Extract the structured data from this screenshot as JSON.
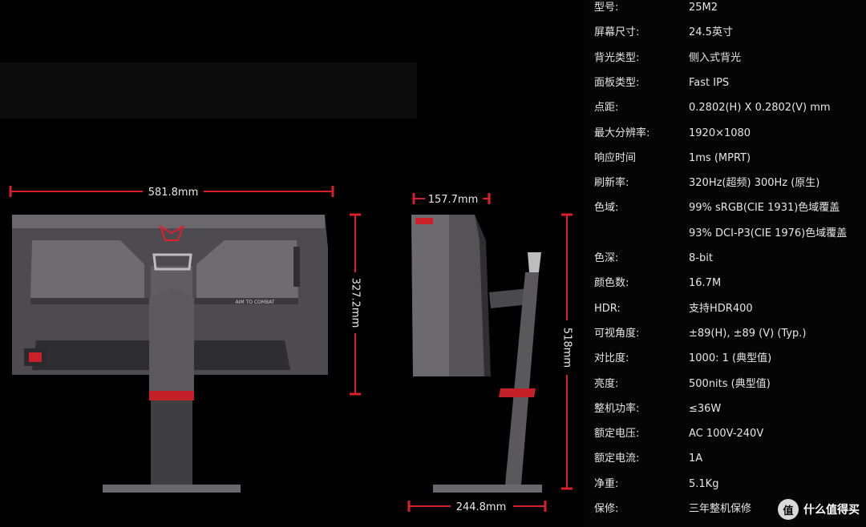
{
  "dimensions": {
    "width": "581.8mm",
    "height": "327.2mm",
    "depth": "157.7mm",
    "max_height": "518mm",
    "base_depth": "244.8mm"
  },
  "back_panel_text": "AIM TO COMBAT",
  "specs": [
    {
      "key": "型号:",
      "value": "25M2"
    },
    {
      "key": "屏幕尺寸:",
      "value": "24.5英寸"
    },
    {
      "key": "背光类型:",
      "value": "侧入式背光"
    },
    {
      "key": "面板类型:",
      "value": "Fast IPS"
    },
    {
      "key": "点距:",
      "value": "0.2802(H) X 0.2802(V) mm"
    },
    {
      "key": "最大分辨率:",
      "value": "1920×1080"
    },
    {
      "key": "响应时间",
      "value": "1ms (MPRT)"
    },
    {
      "key": "刷新率:",
      "value": "320Hz(超频)  300Hz (原生)"
    },
    {
      "key": "色域:",
      "value": "99% sRGB(CIE 1931)色域覆盖"
    },
    {
      "key": "",
      "value": "93% DCI-P3(CIE 1976)色域覆盖"
    },
    {
      "key": "色深:",
      "value": "8-bit"
    },
    {
      "key": "颜色数:",
      "value": "16.7M"
    },
    {
      "key": "HDR:",
      "value": "支持HDR400"
    },
    {
      "key": "可视角度:",
      "value": "±89(H), ±89 (V) (Typ.)"
    },
    {
      "key": "对比度:",
      "value": "1000: 1 (典型值)"
    },
    {
      "key": "亮度:",
      "value": "500nits (典型值)"
    },
    {
      "key": "整机功率:",
      "value": "≤36W"
    },
    {
      "key": "额定电压:",
      "value": "AC 100V-240V"
    },
    {
      "key": "额定电流:",
      "value": "1A"
    },
    {
      "key": "净重:",
      "value": "5.1Kg"
    },
    {
      "key": "保修:",
      "value": "三年整机保修"
    }
  ],
  "watermark": {
    "icon": "zhi-logo-icon",
    "text": "什么值得买",
    "logo_char": "值"
  },
  "colors": {
    "accent_red": "#e0202a",
    "monitor_body": "#5a585c",
    "monitor_dark": "#2c2b2e"
  }
}
